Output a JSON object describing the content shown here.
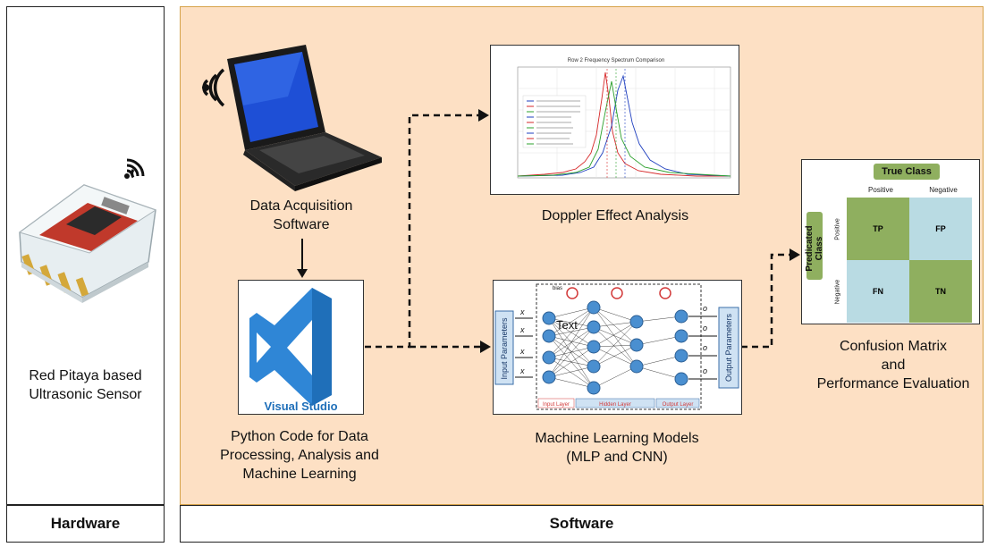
{
  "hardware": {
    "title": "Hardware",
    "device_caption_line1": "Red Pitaya based",
    "device_caption_line2": "Ultrasonic Sensor"
  },
  "software": {
    "title": "Software",
    "daq_line1": "Data Acquisition",
    "daq_line2": "Software",
    "python_line1": "Python Code for Data",
    "python_line2": "Processing, Analysis and",
    "python_line3": "Machine Learning",
    "vs_label": "Visual Studio",
    "doppler_caption": "Doppler Effect Analysis",
    "doppler_plot_title": "Row 2 Frequency Spectrum Comparison",
    "ml_line1": "Machine Learning Models",
    "ml_line2": "(MLP and CNN)",
    "nn": {
      "input_params": "Input Parameters",
      "output_params": "Output Parameters",
      "input_layer": "Input Layer",
      "hidden_layer": "Hidden Layer",
      "output_layer": "Output Layer",
      "bias": "bias",
      "overlay_text": "Text"
    },
    "cm_line1": "Confusion Matrix",
    "cm_line2": "and",
    "cm_line3": "Performance Evaluation",
    "cm": {
      "true_class": "True Class",
      "predicted_class": "Predicated Class",
      "col_positive": "Positive",
      "col_negative": "Negative",
      "row_positive": "Positive",
      "row_negative": "Negative",
      "tp": "TP",
      "fp": "FP",
      "fn": "FN",
      "tn": "TN",
      "green": "#8faf5f",
      "blue": "#b9dbe3"
    }
  }
}
